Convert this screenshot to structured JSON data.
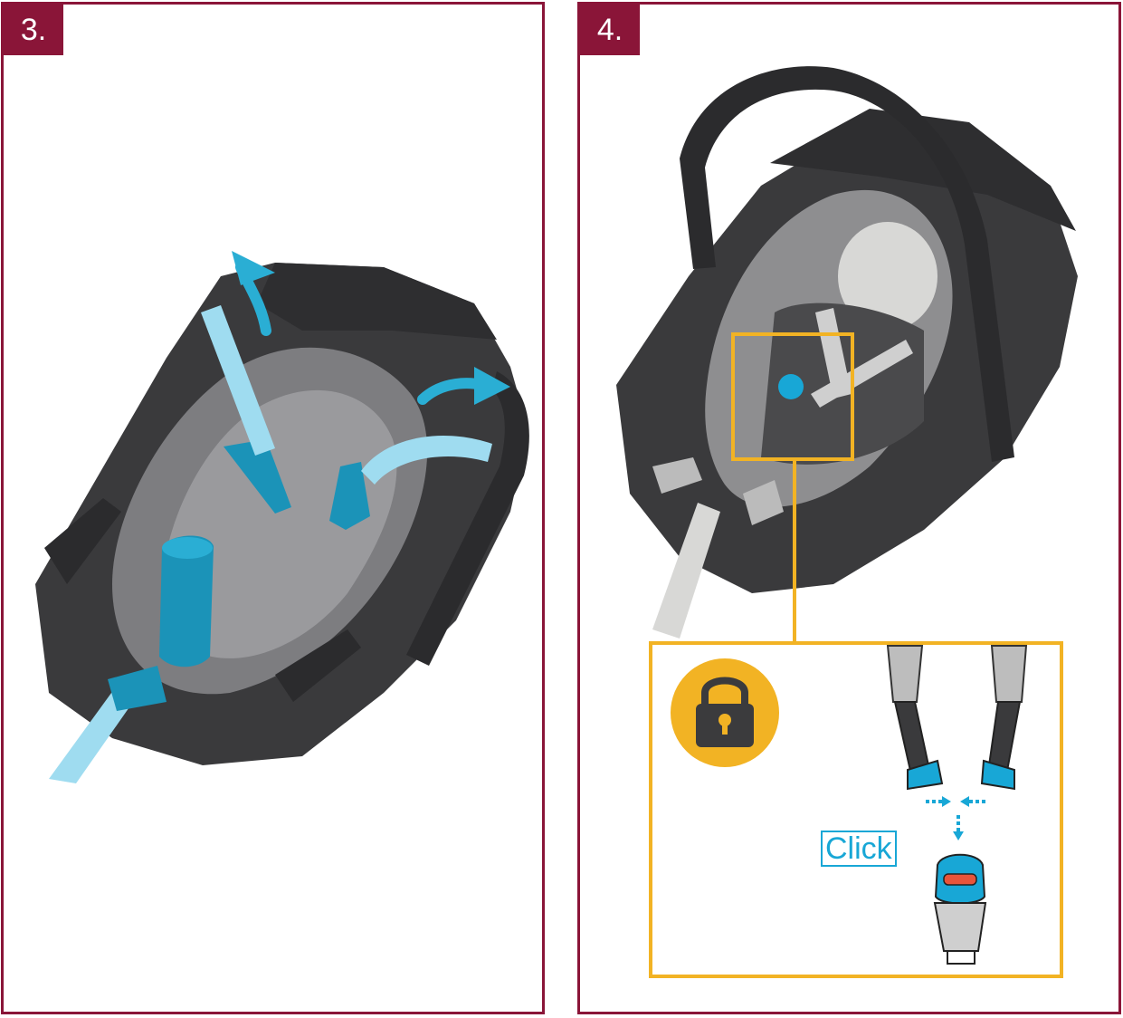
{
  "steps": [
    {
      "number": "3."
    },
    {
      "number": "4.",
      "click_label": "Click"
    }
  ],
  "colors": {
    "border": "#8a1538",
    "badge": "#8a1538",
    "accent_blue": "#18a7d6",
    "highlight_yellow": "#f2b324",
    "seat_dark": "#3a3a3c",
    "seat_light": "#8e8e90"
  },
  "icons": [
    "padlock-icon",
    "arrow-up-icon",
    "arrow-right-icon"
  ]
}
